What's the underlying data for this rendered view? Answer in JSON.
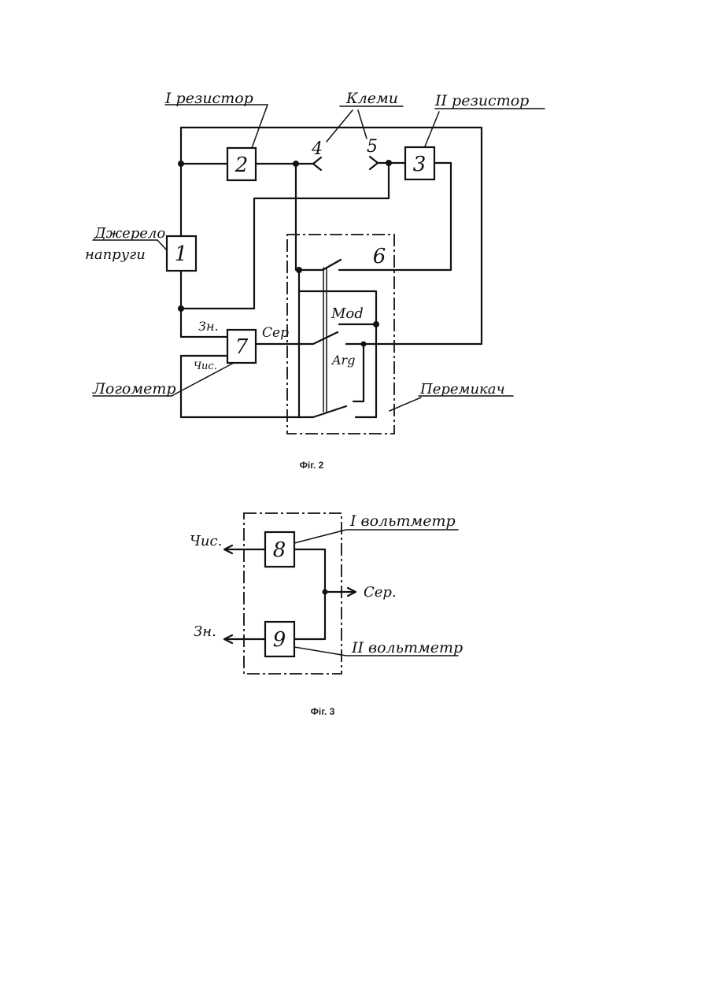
{
  "fig2": {
    "caption": "Фіг. 2",
    "labels": {
      "resistor1": "I резистор",
      "terminals": "Клеми",
      "resistor2": "II резистор",
      "source_line1": "Джерело",
      "source_line2": "напруги",
      "zn": "Зн.",
      "chys": "Чис.",
      "ser": "Сер",
      "logometer": "Логометр",
      "mod": "Mod",
      "arg": "Arg",
      "switch": "Перемикач",
      "t4": "4",
      "t5": "5"
    },
    "blocks": [
      "1",
      "2",
      "3",
      "6",
      "7"
    ]
  },
  "fig3": {
    "caption": "Фіг. 3",
    "labels": {
      "voltmeter1": "I вольтметр",
      "voltmeter2": "II вольтметр",
      "chys": "Чис.",
      "zn": "Зн.",
      "ser": "Сер."
    },
    "blocks": [
      "8",
      "9"
    ]
  }
}
